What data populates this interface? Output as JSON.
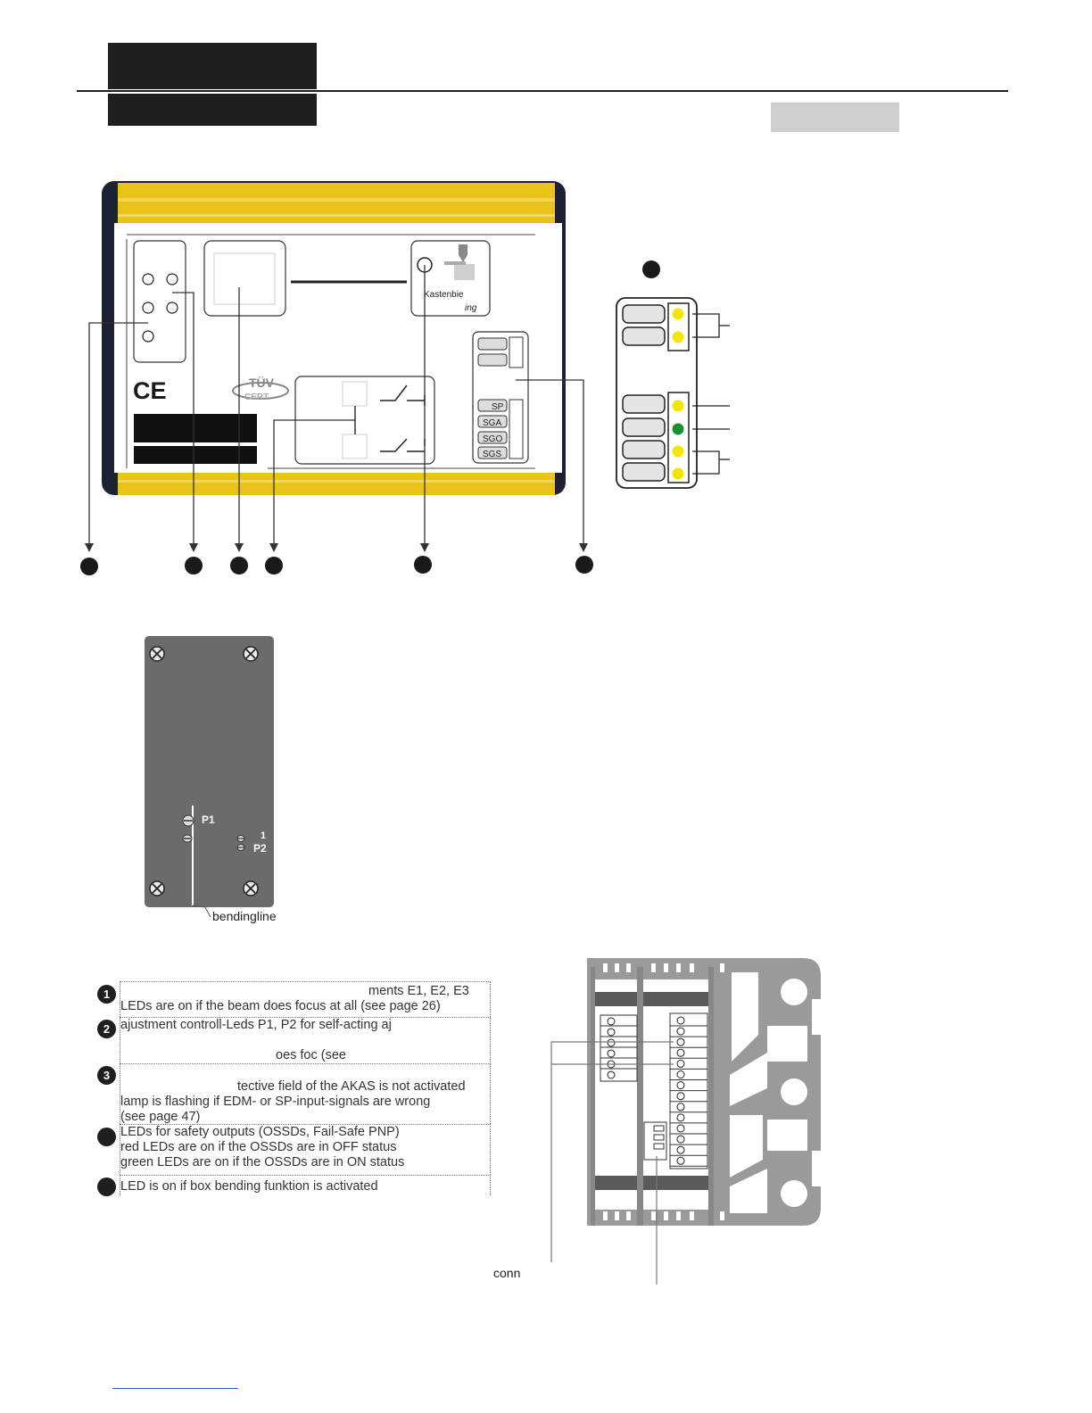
{
  "device": {
    "box_label": "Kastenbie",
    "box_label_suffix": "ing",
    "cert_brand": "TÜV",
    "cert_sub": "CERT",
    "ce_mark": "CE",
    "port_labels": [
      "SP",
      "SGA",
      "SGO",
      "SGS"
    ]
  },
  "led_panel": {
    "led_colors": [
      "#f2e600",
      "#f2e600",
      "#f2e600",
      "#1e8f2e",
      "#f2e600",
      "#f2e600"
    ]
  },
  "cover": {
    "p1_label": "P1",
    "one_label": "1",
    "p2_label": "P2",
    "bending_label": "bendingline"
  },
  "legend": [
    {
      "bullet": "1",
      "lines": [
        "ments E1, E2, E3",
        "LEDs are on if the beam does focus at all (see page 26)"
      ]
    },
    {
      "bullet": "2",
      "lines": [
        "ajustment controll-Leds P1, P2 for self-acting aj",
        "",
        "oes foc            (see"
      ]
    },
    {
      "bullet": "3",
      "lines": [
        "",
        "tective field of the AKAS is not activated",
        "lamp is flashing if EDM- or SP-input-signals are wrong",
        "(see page 47)"
      ]
    },
    {
      "bullet": "",
      "lines": [
        "LEDs for safety outputs  (OSSDs, Fail-Safe PNP)",
        "red LEDs are on if the OSSDs are in OFF status",
        "green LEDs are on if the OSSDs are in ON status"
      ]
    },
    {
      "bullet": "",
      "lines": [
        "LED is on if box bending funktion is activated"
      ]
    }
  ],
  "board": {
    "conn_label": "conn"
  }
}
